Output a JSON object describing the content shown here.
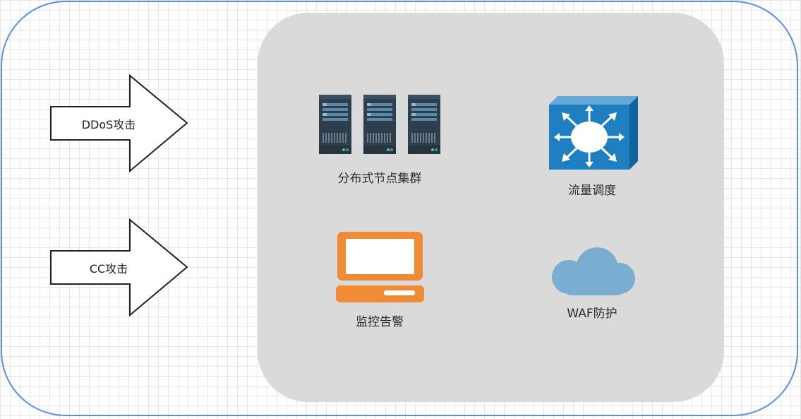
{
  "attacks": [
    {
      "label": "DDoS攻击",
      "icon": "arrow-right-icon"
    },
    {
      "label": "CC攻击",
      "icon": "arrow-right-icon"
    }
  ],
  "nodes": {
    "cluster": {
      "label": "分布式节点集群",
      "icon": "server-rack-icon"
    },
    "traffic": {
      "label": "流量调度",
      "icon": "network-switch-icon"
    },
    "monitor": {
      "label": "监控告警",
      "icon": "laptop-icon"
    },
    "waf": {
      "label": "WAF防护",
      "icon": "cloud-icon"
    }
  },
  "colors": {
    "frame_border": "#5b8fe0",
    "panel_bg": "#dadada",
    "server_body": "#2f3e4c",
    "switch_blue": "#1e7fc0",
    "laptop_orange": "#f08a35",
    "cloud_blue": "#7aaed0"
  }
}
